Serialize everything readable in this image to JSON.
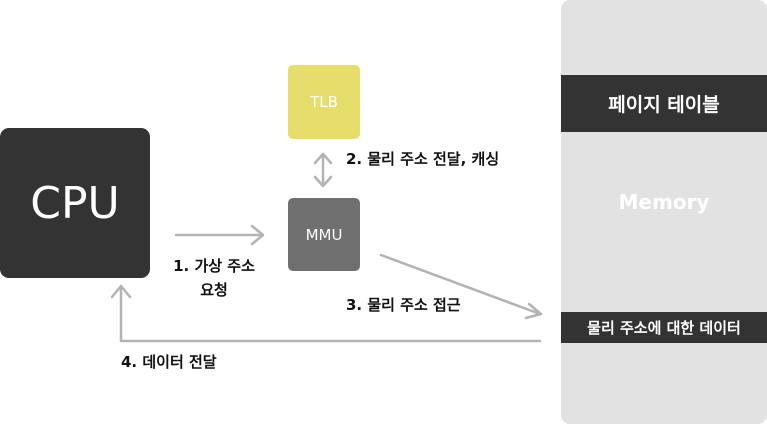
{
  "diagram": {
    "nodes": {
      "cpu": "CPU",
      "tlb": "TLB",
      "mmu": "MMU",
      "memory": "Memory",
      "page_table": "페이지 테이블",
      "data_for_physical_address": "물리 주소에 대한 데이터"
    },
    "edges": {
      "step1_line1": "1. 가상 주소",
      "step1_line2": "요청",
      "step2": "2. 물리 주소 전달, 캐싱",
      "step3": "3. 물리 주소 접근",
      "step4": "4. 데이터 전달"
    },
    "colors": {
      "dark_box": "#333333",
      "tlb_box": "#e6de6a",
      "mmu_box": "#707070",
      "memory_panel": "#e2e2e2",
      "arrow": "#b3b3b3"
    }
  }
}
